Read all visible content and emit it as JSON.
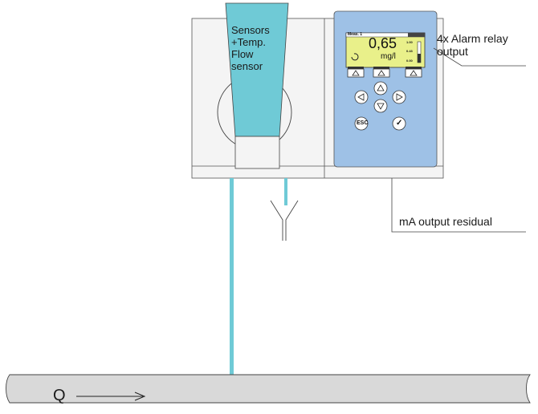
{
  "sensor_box": {
    "lines": [
      "Sensors",
      "+Temp.",
      "Flow",
      "sensor"
    ]
  },
  "display": {
    "mode_label": "Meas. 1",
    "value": "0,65",
    "unit": "mg/l",
    "scale_top": "1.00",
    "scale_mid": "0.43",
    "scale_bot": "0.00"
  },
  "keypad": {
    "esc_label": "ESC",
    "ok_symbol": "✓"
  },
  "labels": {
    "alarm_relay": [
      "4x Alarm relay",
      "output"
    ],
    "ma_output": "mA output residual",
    "flow": "Q"
  },
  "colors": {
    "sensor_fill": "#6fcad6",
    "panel_fill": "#9ec1e6",
    "lcd_fill": "#e9f08a",
    "pipe_fill": "#d9d9d9",
    "housing_fill": "#f4f4f4"
  }
}
